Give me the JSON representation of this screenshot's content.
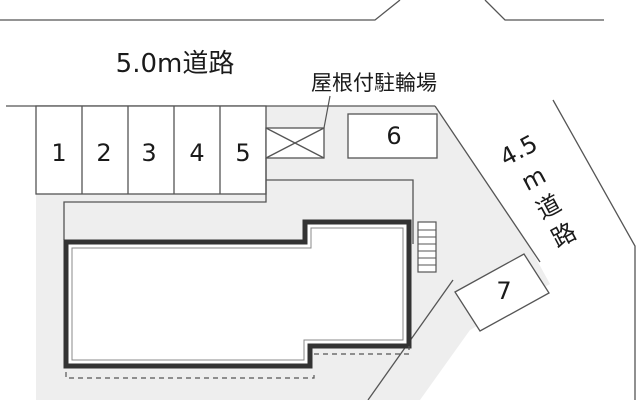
{
  "roads": {
    "north_label": "5.0m道路",
    "east_label_lines": [
      "4.5",
      "m",
      "道",
      "路"
    ]
  },
  "covered_parking_label": "屋根付駐輪場",
  "parking_spaces": [
    {
      "number": "1"
    },
    {
      "number": "2"
    },
    {
      "number": "3"
    },
    {
      "number": "4"
    },
    {
      "number": "5"
    },
    {
      "number": "6"
    },
    {
      "number": "7"
    }
  ],
  "colors": {
    "lot": "#eeeeee",
    "outline": "#555555",
    "building_wall": "#333333",
    "background": "#ffffff"
  }
}
